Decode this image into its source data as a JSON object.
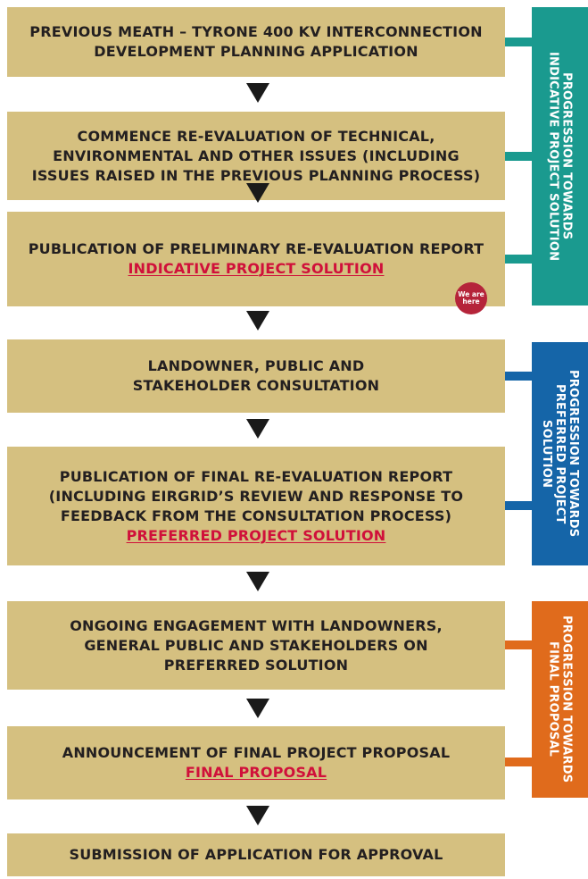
{
  "steps": [
    {
      "lines": [
        "PREVIOUS MEATH – TYRONE 400 KV INTERCONNECTION",
        "DEVELOPMENT PLANNING APPLICATION"
      ],
      "highlight": ""
    },
    {
      "lines": [
        "COMMENCE RE-EVALUATION OF TECHNICAL,",
        "ENVIRONMENTAL AND OTHER ISSUES (INCLUDING",
        "ISSUES RAISED IN THE PREVIOUS PLANNING PROCESS)"
      ],
      "highlight": ""
    },
    {
      "lines": [
        "PUBLICATION OF PRELIMINARY RE-EVALUATION REPORT"
      ],
      "highlight": "INDICATIVE PROJECT SOLUTION"
    },
    {
      "lines": [
        "LANDOWNER, PUBLIC AND",
        "STAKEHOLDER CONSULTATION"
      ],
      "highlight": ""
    },
    {
      "lines": [
        "PUBLICATION OF FINAL RE-EVALUATION REPORT",
        "(INCLUDING EIRGRID’S REVIEW AND RESPONSE TO",
        "FEEDBACK FROM THE CONSULTATION PROCESS)"
      ],
      "highlight": "PREFERRED PROJECT SOLUTION"
    },
    {
      "lines": [
        "ONGOING ENGAGEMENT WITH LANDOWNERS,",
        "GENERAL PUBLIC AND STAKEHOLDERS ON",
        "PREFERRED SOLUTION"
      ],
      "highlight": ""
    },
    {
      "lines": [
        "ANNOUNCEMENT OF FINAL PROJECT PROPOSAL"
      ],
      "highlight": "FINAL PROPOSAL"
    },
    {
      "lines": [
        "SUBMISSION OF APPLICATION FOR APPROVAL"
      ],
      "highlight": ""
    }
  ],
  "badge": {
    "line1": "We are",
    "line2": "here"
  },
  "phases": [
    {
      "lines": [
        "PROGRESSION TOWARDS",
        "INDICATIVE PROJECT SOLUTION"
      ],
      "color": "#1a9a8f"
    },
    {
      "lines": [
        "PROGRESSION TOWARDS",
        "PREFERRED PROJECT",
        "SOLUTION"
      ],
      "color": "#1565a8"
    },
    {
      "lines": [
        "PROGRESSION TOWARDS",
        "FINAL PROPOSAL"
      ],
      "color": "#e06b1c"
    }
  ]
}
